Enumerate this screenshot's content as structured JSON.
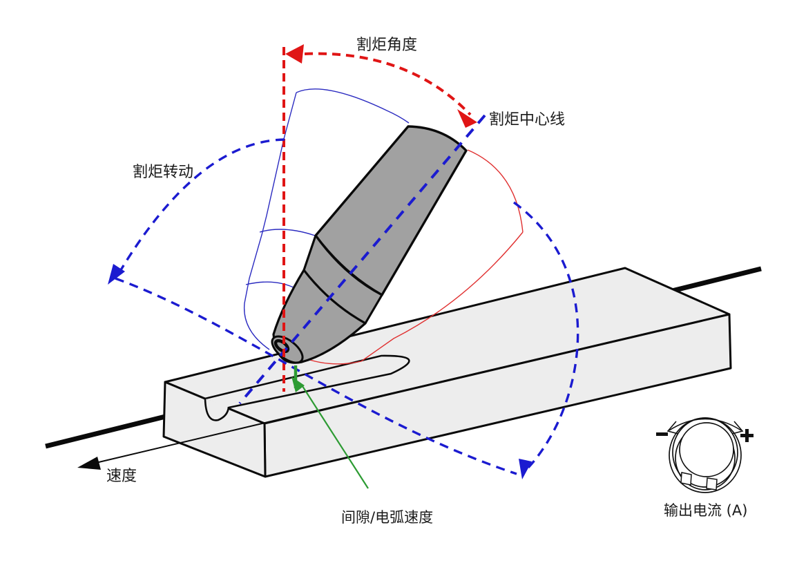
{
  "figure": {
    "type": "plasma-gouging-parameters-illustration",
    "labels": {
      "torch_angle": "割炬角度",
      "torch_centerline": "割炬中心线",
      "torch_rotation": "割炬转动",
      "speed": "速度",
      "standoff_arc_speed": "间隙/电弧速度",
      "output_current": "输出电流 (A)"
    },
    "dial": {
      "minus": "−",
      "plus": "+"
    },
    "colors": {
      "angle_red": "#e01515",
      "rotation_blue": "#1b1bd0",
      "ghost_blue": "#2a2ac0",
      "ghost_red": "#e03030",
      "standoff_green": "#2d9b33",
      "torch_gray": "#a1a1a1",
      "plate_gray": "#ededed",
      "line_black": "#0a0a0a",
      "text": "#1a1a1a"
    }
  }
}
